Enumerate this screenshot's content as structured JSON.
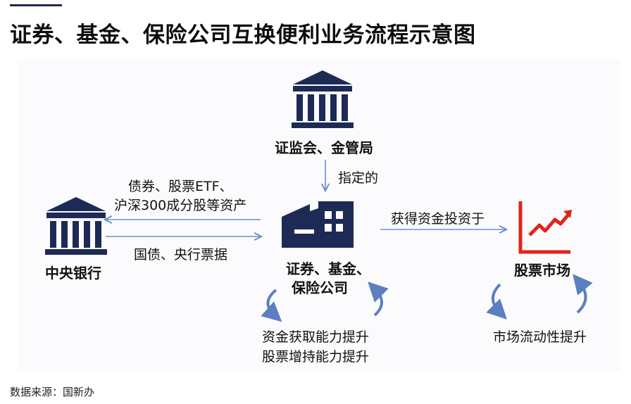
{
  "header": {
    "title": "证券、基金、保险公司互换便利业务流程示意图"
  },
  "diagram": {
    "regulator": "证监会、金管局",
    "designated": "指定的",
    "central_bank": "中央银行",
    "to_bank_line1": "债券、股票ETF、",
    "to_bank_line2": "沪深300成分股等资产",
    "from_bank": "国债、央行票据",
    "institutions_line1": "证券、基金、",
    "institutions_line2": "保险公司",
    "invest": "获得资金投资于",
    "stock_market": "股票市场",
    "inst_effect_line1": "资金获取能力提升",
    "inst_effect_line2": "股票增持能力提升",
    "market_effect": "市场流动性提升"
  },
  "footer": {
    "source": "数据来源：国新办"
  },
  "colors": {
    "navy": "#1c2a55",
    "arrow": "#6f8fc9",
    "cycle": "#5b7fc0",
    "chart_red": "#e0241b"
  }
}
